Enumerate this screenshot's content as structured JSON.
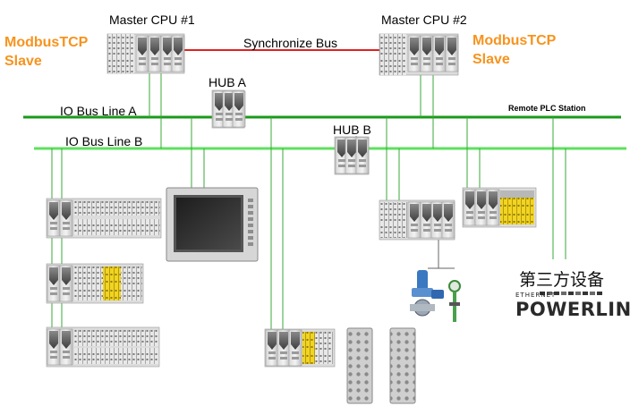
{
  "labels": {
    "master_cpu_1": "Master CPU #1",
    "master_cpu_2": "Master CPU #2",
    "sync_bus": "Synchronize Bus",
    "hub_a": "HUB A",
    "hub_b": "HUB B",
    "io_bus_a": "IO Bus Line A",
    "io_bus_b": "IO Bus Line B",
    "remote_plc": "Remote PLC Station",
    "third_party": "第三方设备"
  },
  "modbus_left": {
    "line1": "ModbusTCP",
    "line2": "Slave"
  },
  "modbus_right": {
    "line1": "ModbusTCP",
    "line2": "Slave"
  },
  "powerlink": {
    "small": "ETHERNET",
    "big": "POWERLINK"
  },
  "colors": {
    "bus_a": "#1a9a1a",
    "bus_b": "#5ee05e",
    "sync": "#e02020",
    "accent": "#f7931e",
    "yellow_module": "#f2d422"
  }
}
